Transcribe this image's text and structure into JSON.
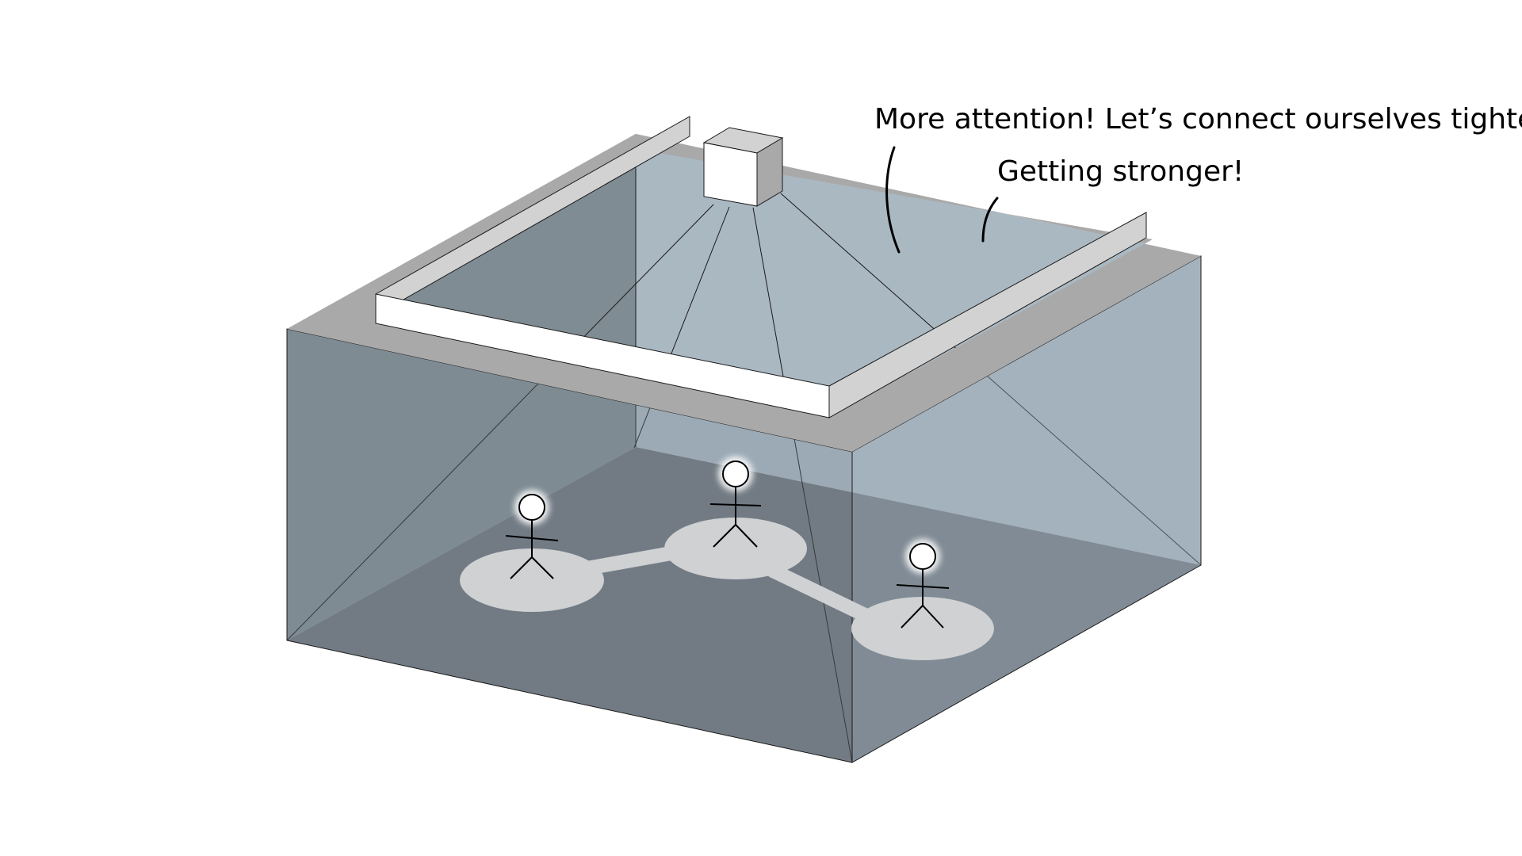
{
  "speech": {
    "line_1": "More attention! Let’s connect ourselves tighter!",
    "line_2": "Getting stronger!"
  },
  "people_count": 3,
  "colors": {
    "background": "#ffffff",
    "floor": "#6f777f",
    "back_wall": "#aab8c2",
    "left_wall": "#808c94",
    "rim": "#a9a9a9",
    "fence": "#ffffff",
    "fence_top": "#d2d2d2",
    "lamp": "#ffffff",
    "spotlight": "#cfd1d2",
    "outline": "#000000"
  }
}
